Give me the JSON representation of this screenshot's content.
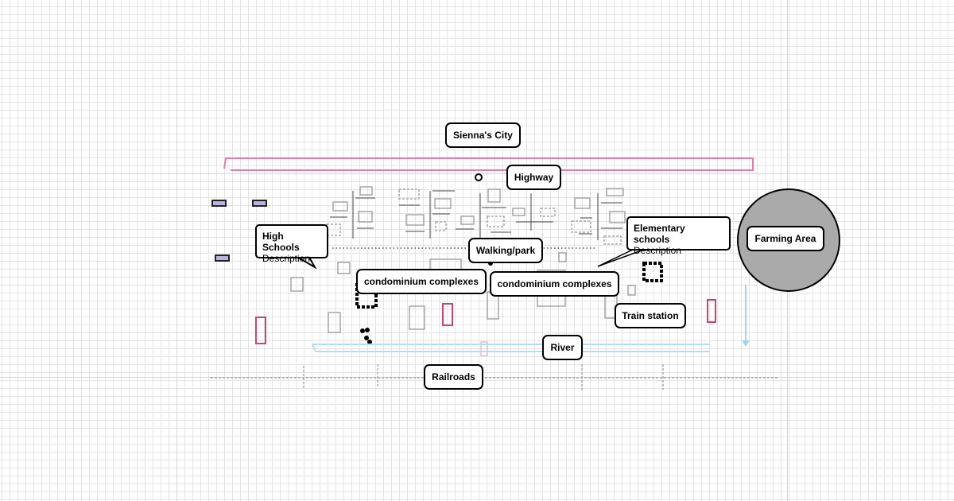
{
  "title": "Sienna's City",
  "labels": {
    "highway": "Highway",
    "walking_park": "Walking/park",
    "condo_1": "condominium complexes",
    "condo_2": "condominium complexes",
    "train_station": "Train station",
    "river": "River",
    "railroads": "Railroads",
    "farming_area": "Farming Area"
  },
  "callouts": {
    "high_schools": {
      "title": "High Schools",
      "description": "Description"
    },
    "elementary_schools": {
      "title": "Elementary schools",
      "description": "Description"
    }
  },
  "colors": {
    "highway": "#e07aa8",
    "river": "#b3dcf5",
    "farm": "#aaaaaa",
    "school_marker": "#b8b4e0",
    "pink_building": "#d04070"
  }
}
